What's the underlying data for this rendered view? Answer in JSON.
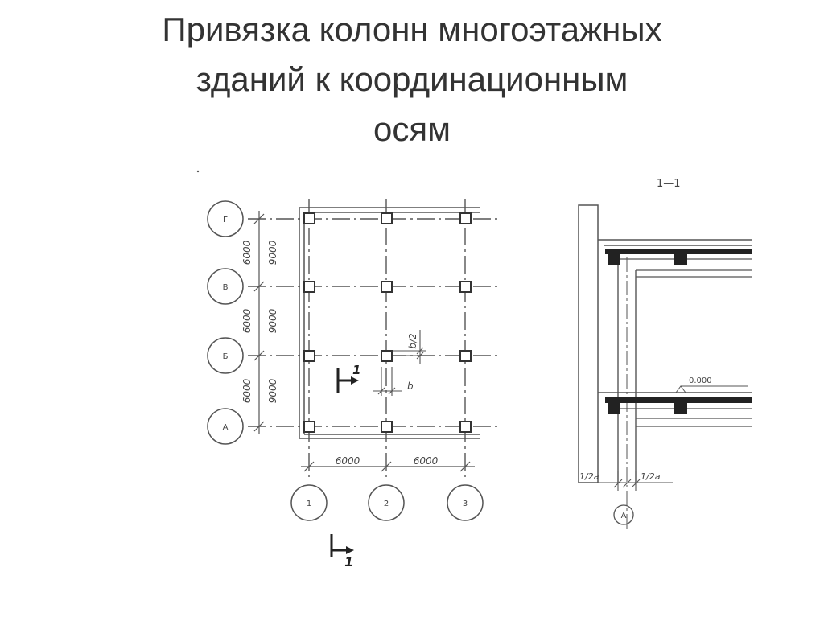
{
  "slide": {
    "title_lines": [
      "Привязка колонн многоэтажных",
      "зданий к координационным",
      "осям"
    ]
  },
  "plan": {
    "row_axes": [
      "Г",
      "В",
      "Б",
      "А"
    ],
    "column_axes": [
      "1",
      "2",
      "3"
    ],
    "row_spans": [
      {
        "label_a": "6000",
        "label_b": "9000"
      },
      {
        "label_a": "6000",
        "label_b": "9000"
      },
      {
        "label_a": "6000",
        "label_b": "9000"
      }
    ],
    "column_spans": [
      "6000",
      "6000"
    ],
    "section_mark_plan": "1",
    "section_mark_bottom": "1",
    "detail_b_label": "b",
    "detail_b2_label": "b/2"
  },
  "section": {
    "title": "1—1",
    "level_label": "0.000",
    "dim_left": "1/2a",
    "dim_right": "1/2a",
    "axis_label": "А"
  },
  "colors": {
    "ink": "#333333",
    "line": "#555555",
    "slab": "#222222"
  }
}
